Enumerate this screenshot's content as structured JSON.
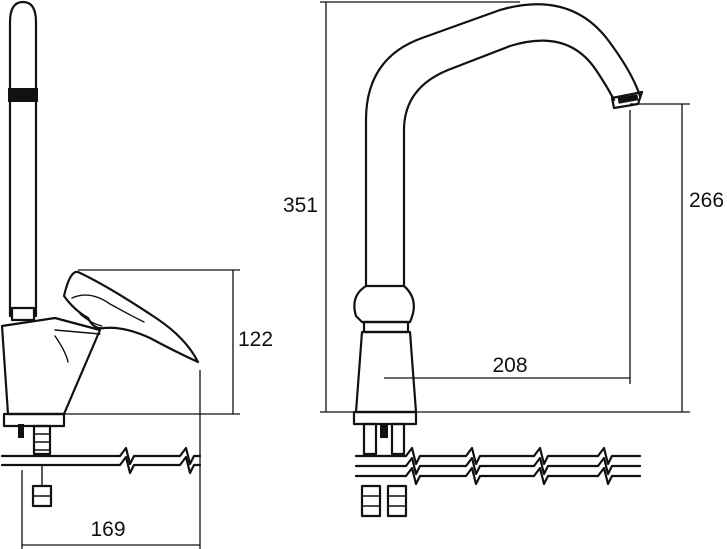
{
  "dimensions": {
    "left_width": "169",
    "left_lever_height": "122",
    "right_total_height": "351",
    "right_spout_height": "266",
    "right_spout_reach": "208"
  },
  "colors": {
    "line": "#111111",
    "background": "#ffffff"
  }
}
